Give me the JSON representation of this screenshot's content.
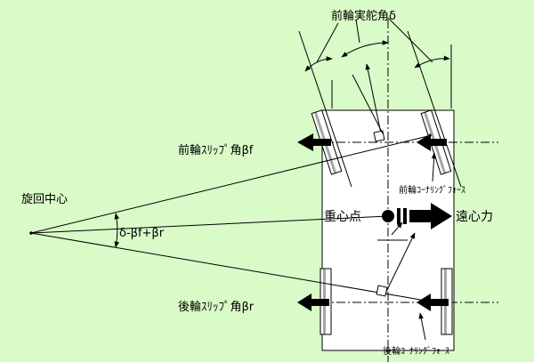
{
  "labels": {
    "front_actual_steer": "前輪実舵角δ",
    "front_slip_angle": "前輪ｽﾘｯﾌﾟ角βf",
    "front_cornering_force": "前輪ｺｰﾅﾘﾝｸﾞﾌｫｰｽ",
    "turning_center": "旋回中心",
    "angle_formula": "δ-βf+βr",
    "center_of_gravity": "重心点",
    "centrifugal_force": "遠心力",
    "rear_slip_angle": "後輪ｽﾘｯﾌﾟ角βr",
    "rear_cornering_force": "後輪ｺｰﾅﾘﾝｸﾞﾌｫｰｽ"
  },
  "colors": {
    "background": "#d9fbc8",
    "body_fill": "#ffffff",
    "ink": "#000000"
  }
}
